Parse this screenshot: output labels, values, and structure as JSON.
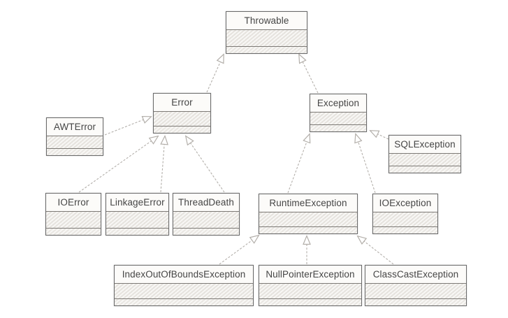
{
  "diagram": {
    "diagram_type": "uml_class_hierarchy",
    "nodes": [
      {
        "id": "throwable",
        "label": "Throwable"
      },
      {
        "id": "error",
        "label": "Error"
      },
      {
        "id": "exception",
        "label": "Exception"
      },
      {
        "id": "awterror",
        "label": "AWTError"
      },
      {
        "id": "sqlexception",
        "label": "SQLException"
      },
      {
        "id": "ioerror",
        "label": "IOError"
      },
      {
        "id": "linkageerror",
        "label": "LinkageError"
      },
      {
        "id": "threaddeath",
        "label": "ThreadDeath"
      },
      {
        "id": "runtimeexception",
        "label": "RuntimeException"
      },
      {
        "id": "ioexception",
        "label": "IOException"
      },
      {
        "id": "indexoutofboundsexception",
        "label": "IndexOutOfBoundsException"
      },
      {
        "id": "nullpointerexception",
        "label": "NullPointerException"
      },
      {
        "id": "classcastexception",
        "label": "ClassCastException"
      }
    ],
    "edges": [
      {
        "child": "error",
        "parent": "throwable",
        "relationship": "generalization"
      },
      {
        "child": "exception",
        "parent": "throwable",
        "relationship": "generalization"
      },
      {
        "child": "awterror",
        "parent": "error",
        "relationship": "generalization"
      },
      {
        "child": "ioerror",
        "parent": "error",
        "relationship": "generalization"
      },
      {
        "child": "linkageerror",
        "parent": "error",
        "relationship": "generalization"
      },
      {
        "child": "threaddeath",
        "parent": "error",
        "relationship": "generalization"
      },
      {
        "child": "runtimeexception",
        "parent": "exception",
        "relationship": "generalization"
      },
      {
        "child": "ioexception",
        "parent": "exception",
        "relationship": "generalization"
      },
      {
        "child": "sqlexception",
        "parent": "exception",
        "relationship": "generalization"
      },
      {
        "child": "indexoutofboundsexception",
        "parent": "runtimeexception",
        "relationship": "generalization"
      },
      {
        "child": "nullpointerexception",
        "parent": "runtimeexception",
        "relationship": "generalization"
      },
      {
        "child": "classcastexception",
        "parent": "runtimeexception",
        "relationship": "generalization"
      }
    ],
    "colors": {
      "background": "#ffffff",
      "box_border": "#6b6b6b",
      "compartment_divider": "#7d7a76",
      "name_fill": "#fcfbf9",
      "attributes_fill": "#efede9",
      "methods_fill": "#f1efeb",
      "connector_line": "#b3afaa",
      "arrowhead_fill": "#ffffff",
      "text": "#454545"
    }
  }
}
